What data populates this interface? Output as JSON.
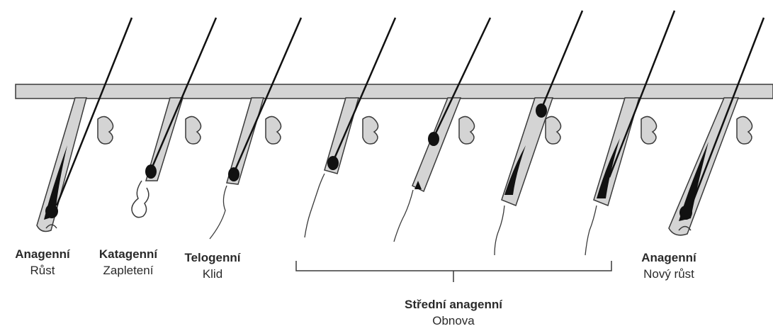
{
  "stages": [
    {
      "title": "Anagenní",
      "subtitle": "Růst"
    },
    {
      "title": "Katagenní",
      "subtitle": "Zapletení"
    },
    {
      "title": "Telogenní",
      "subtitle": "Klid"
    },
    {
      "title": "Střední anagenní",
      "subtitle": "Obnova"
    },
    {
      "title": "Anagenní",
      "subtitle": "Nový růst"
    }
  ],
  "colors": {
    "skin": "#d4d4d4",
    "outline": "#3a3a3a",
    "hair": "#111111",
    "background": "#ffffff"
  }
}
